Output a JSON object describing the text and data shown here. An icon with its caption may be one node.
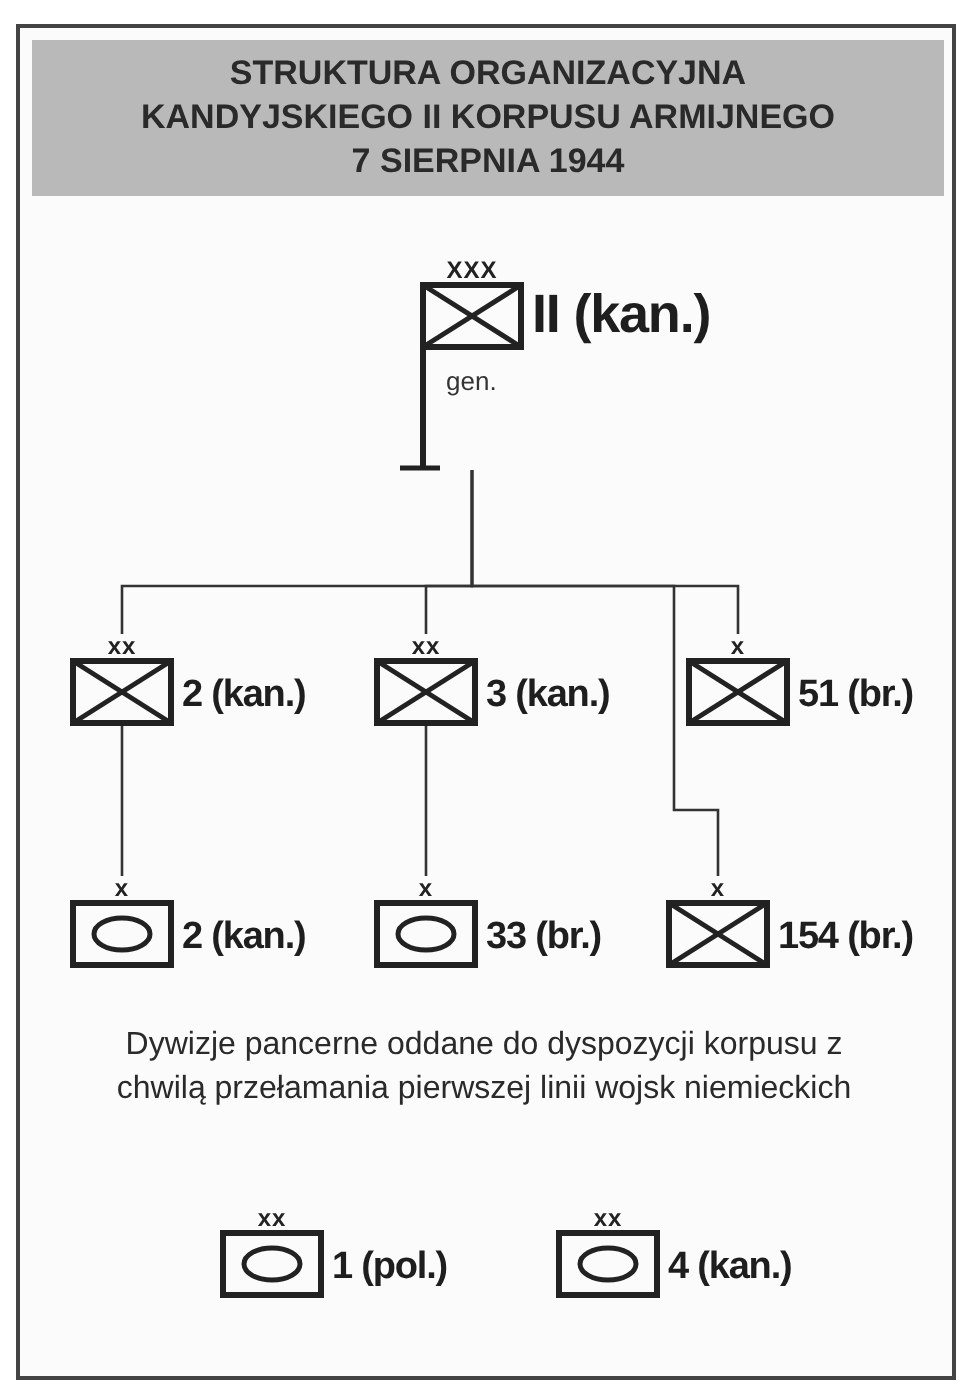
{
  "diagram": {
    "title": "STRUKTURA ORGANIZACYJNA KANDYJSKIEGO II KORPUSU ARMIJNEGO 7 SIERPNIA 1944",
    "nodes": [
      {
        "text": [
          "XXX",
          "II (kan.)",
          "gen."
        ]
      },
      {
        "text": [
          "xx",
          "2 (kan.)"
        ]
      },
      {
        "text": [
          "xx",
          "3 (kan.)"
        ]
      },
      {
        "text": [
          "x",
          "51 (br.)"
        ]
      },
      {
        "text": [
          "x",
          "2 (kan.)"
        ]
      },
      {
        "text": [
          "x",
          "33 (br.)"
        ]
      },
      {
        "text": [
          "x",
          "154 (br.)"
        ]
      },
      {
        "text": [
          "xx",
          "1 (pol.)"
        ]
      },
      {
        "text": [
          "xx",
          "4 (kan.)"
        ]
      }
    ],
    "edges": [
      {
        "from": 0,
        "to": 1,
        "arrow": "none"
      },
      {
        "from": 0,
        "to": 2,
        "arrow": "none"
      },
      {
        "from": 0,
        "to": 3,
        "arrow": "none"
      },
      {
        "from": 0,
        "to": 6,
        "arrow": "none"
      },
      {
        "from": 1,
        "to": 4,
        "arrow": "none"
      },
      {
        "from": 2,
        "to": 5,
        "arrow": "none"
      }
    ],
    "labels": [
      "Dywizje pancerne oddane do dyspozycji korpusu z chwilą przełamania pierwszej linii wojsk niemieckich"
    ]
  }
}
